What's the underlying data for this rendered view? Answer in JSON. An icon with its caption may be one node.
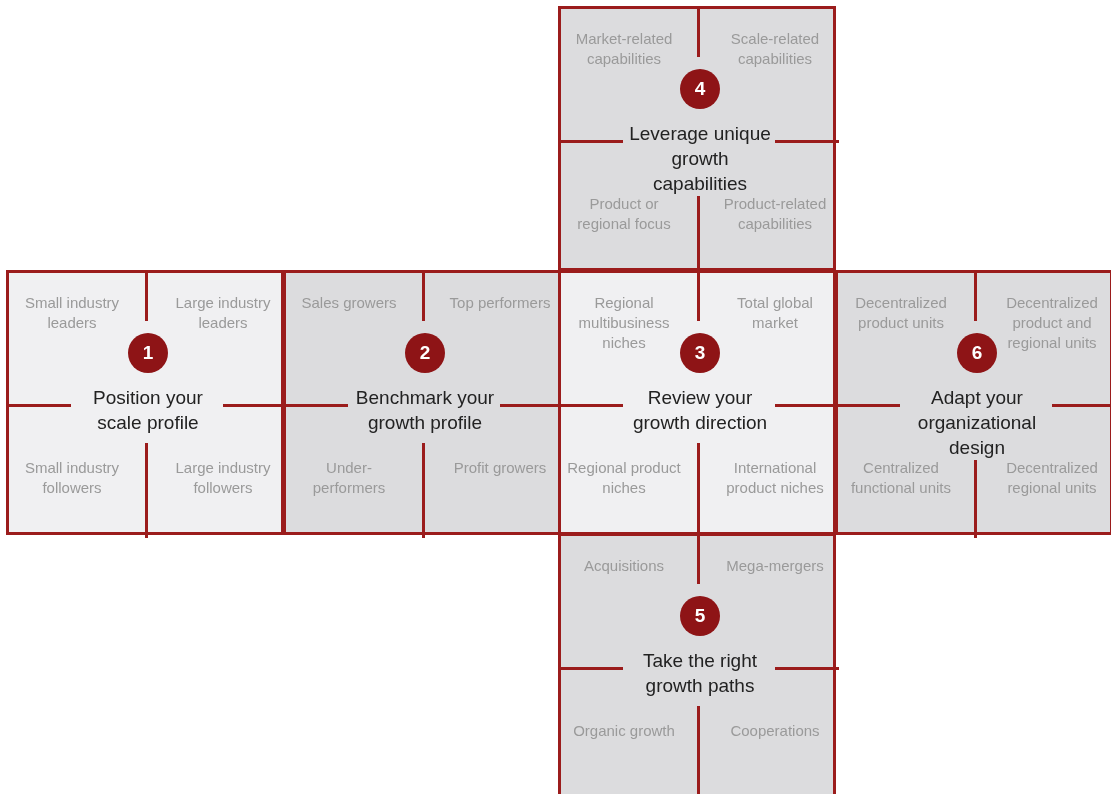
{
  "diagram": {
    "nodes": [
      {
        "text": [
          "4",
          "Leverage unique growth capabilities"
        ]
      },
      {
        "text": [
          "Market-related capabilities"
        ],
        "in": 0
      },
      {
        "text": [
          "Scale-related capabilities"
        ],
        "in": 0
      },
      {
        "text": [
          "Product or regional focus"
        ],
        "in": 0
      },
      {
        "text": [
          "Product-related capabilities"
        ],
        "in": 0
      },
      {
        "text": [
          "1",
          "Position your scale profile"
        ]
      },
      {
        "text": [
          "Small industry leaders"
        ],
        "in": 5
      },
      {
        "text": [
          "Large industry leaders"
        ],
        "in": 5
      },
      {
        "text": [
          "Small industry followers"
        ],
        "in": 5
      },
      {
        "text": [
          "Large industry followers"
        ],
        "in": 5
      },
      {
        "text": [
          "2",
          "Benchmark your growth profile"
        ]
      },
      {
        "text": [
          "Sales growers"
        ],
        "in": 10
      },
      {
        "text": [
          "Top performers"
        ],
        "in": 10
      },
      {
        "text": [
          "Under-performers"
        ],
        "in": 10
      },
      {
        "text": [
          "Profit growers"
        ],
        "in": 10
      },
      {
        "text": [
          "3",
          "Review your growth direction"
        ]
      },
      {
        "text": [
          "Regional multibusiness niches"
        ],
        "in": 15
      },
      {
        "text": [
          "Total global market"
        ],
        "in": 15
      },
      {
        "text": [
          "Regional product niches"
        ],
        "in": 15
      },
      {
        "text": [
          "International product niches"
        ],
        "in": 15
      },
      {
        "text": [
          "6",
          "Adapt your organizational design"
        ]
      },
      {
        "text": [
          "Decentralized product units"
        ],
        "in": 20
      },
      {
        "text": [
          "Decentralized product and regional units"
        ],
        "in": 20
      },
      {
        "text": [
          "Centralized functional units"
        ],
        "in": 20
      },
      {
        "text": [
          "Decentralized regional units"
        ],
        "in": 20
      },
      {
        "text": [
          "5",
          "Take the right growth paths"
        ]
      },
      {
        "text": [
          "Acquisitions"
        ],
        "in": 25
      },
      {
        "text": [
          "Mega-mergers"
        ],
        "in": 25
      },
      {
        "text": [
          "Organic growth"
        ],
        "in": 25
      },
      {
        "text": [
          "Cooperations"
        ],
        "in": 25
      }
    ],
    "edges": []
  }
}
